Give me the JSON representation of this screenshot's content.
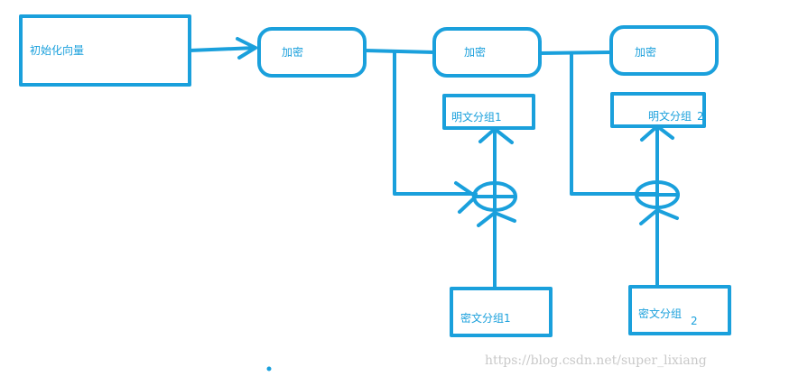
{
  "colors": {
    "stroke": "#1aa0dc",
    "watermark": "#c9c9c9",
    "background": "#ffffff"
  },
  "nodes": {
    "iv": "初始化向量",
    "encrypt_1": "加密",
    "encrypt_2": "加密",
    "encrypt_3": "加密",
    "plaintext_1": "明文分组1",
    "plaintext_2": "明文分组",
    "ciphertext_1": "密文分组1",
    "ciphertext_2": "密文分组",
    "ciphertext_2_subscript": "2"
  },
  "xor_symbol": "xor-circle-icon",
  "watermark": "https://blog.csdn.net/super_lixiang"
}
